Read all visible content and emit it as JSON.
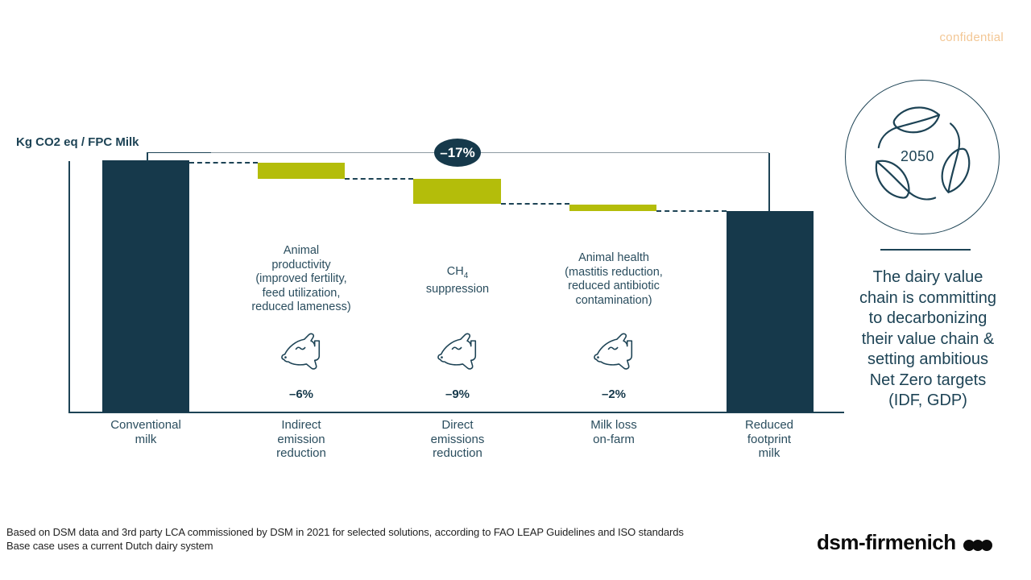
{
  "slide": {
    "confidential_label": "confidential"
  },
  "colors": {
    "navy_bar": "#16394b",
    "lime_bar": "#b4bd0a",
    "text_navy": "#1d4355",
    "confidential": "#f3c795",
    "bracket_gray": "#8d9ba3",
    "logo_black": "#0b0b0b"
  },
  "chart": {
    "y_axis_label": "Kg CO2 eq / FPC Milk",
    "total_badge": "–17%",
    "columns": [
      {
        "label": "Conventional\nmilk"
      },
      {
        "label": "Indirect\nemission\nreduction",
        "note": "Animal\nproductivity\n(improved fertility,\nfeed utilization,\nreduced lameness)",
        "pct": "–6%"
      },
      {
        "label": "Direct\nemissions\nreduction",
        "note_prefix": "CH",
        "note_sub": "4",
        "note_suffix": "\nsuppression",
        "pct": "–9%"
      },
      {
        "label": "Milk loss\non-farm",
        "note": "Animal health\n(mastitis reduction,\nreduced antibiotic\ncontamination)",
        "pct": "–2%"
      },
      {
        "label": "Reduced\nfootprint\nmilk"
      }
    ]
  },
  "chart_data": {
    "type": "waterfall",
    "title": "",
    "ylabel": "Kg CO2 eq / FPC Milk",
    "categories": [
      "Conventional milk",
      "Indirect emission reduction",
      "Direct emissions reduction",
      "Milk loss on-farm",
      "Reduced footprint milk"
    ],
    "bar_roles": [
      "total",
      "decrease",
      "decrease",
      "decrease",
      "total"
    ],
    "values_pct_of_baseline": [
      100,
      -6,
      -9,
      -2,
      83
    ],
    "total_change_pct": -17,
    "bar_labels": [
      "",
      "–6%",
      "–9%",
      "–2%",
      ""
    ],
    "annotations": [
      "",
      "Animal productivity (improved fertility, feed utilization, reduced lameness)",
      "CH4 suppression",
      "Animal health (mastitis reduction, reduced antibiotic contamination)",
      ""
    ],
    "legend": null,
    "grid": false,
    "bar_colors": {
      "total": "#16394b",
      "decrease": "#b4bd0a"
    }
  },
  "right_panel": {
    "badge_year": "2050",
    "message": "The dairy value\nchain is committing\nto decarbonizing\ntheir value chain &\nsetting ambitious\nNet Zero targets\n(IDF, GDP)"
  },
  "footer": {
    "footnote": "Based on DSM data and 3rd party LCA commissioned by DSM in 2021 for selected solutions, according to FAO LEAP Guidelines and ISO standards\nBase case uses a current Dutch dairy system",
    "brand_logo_text": "dsm-firmenich"
  }
}
